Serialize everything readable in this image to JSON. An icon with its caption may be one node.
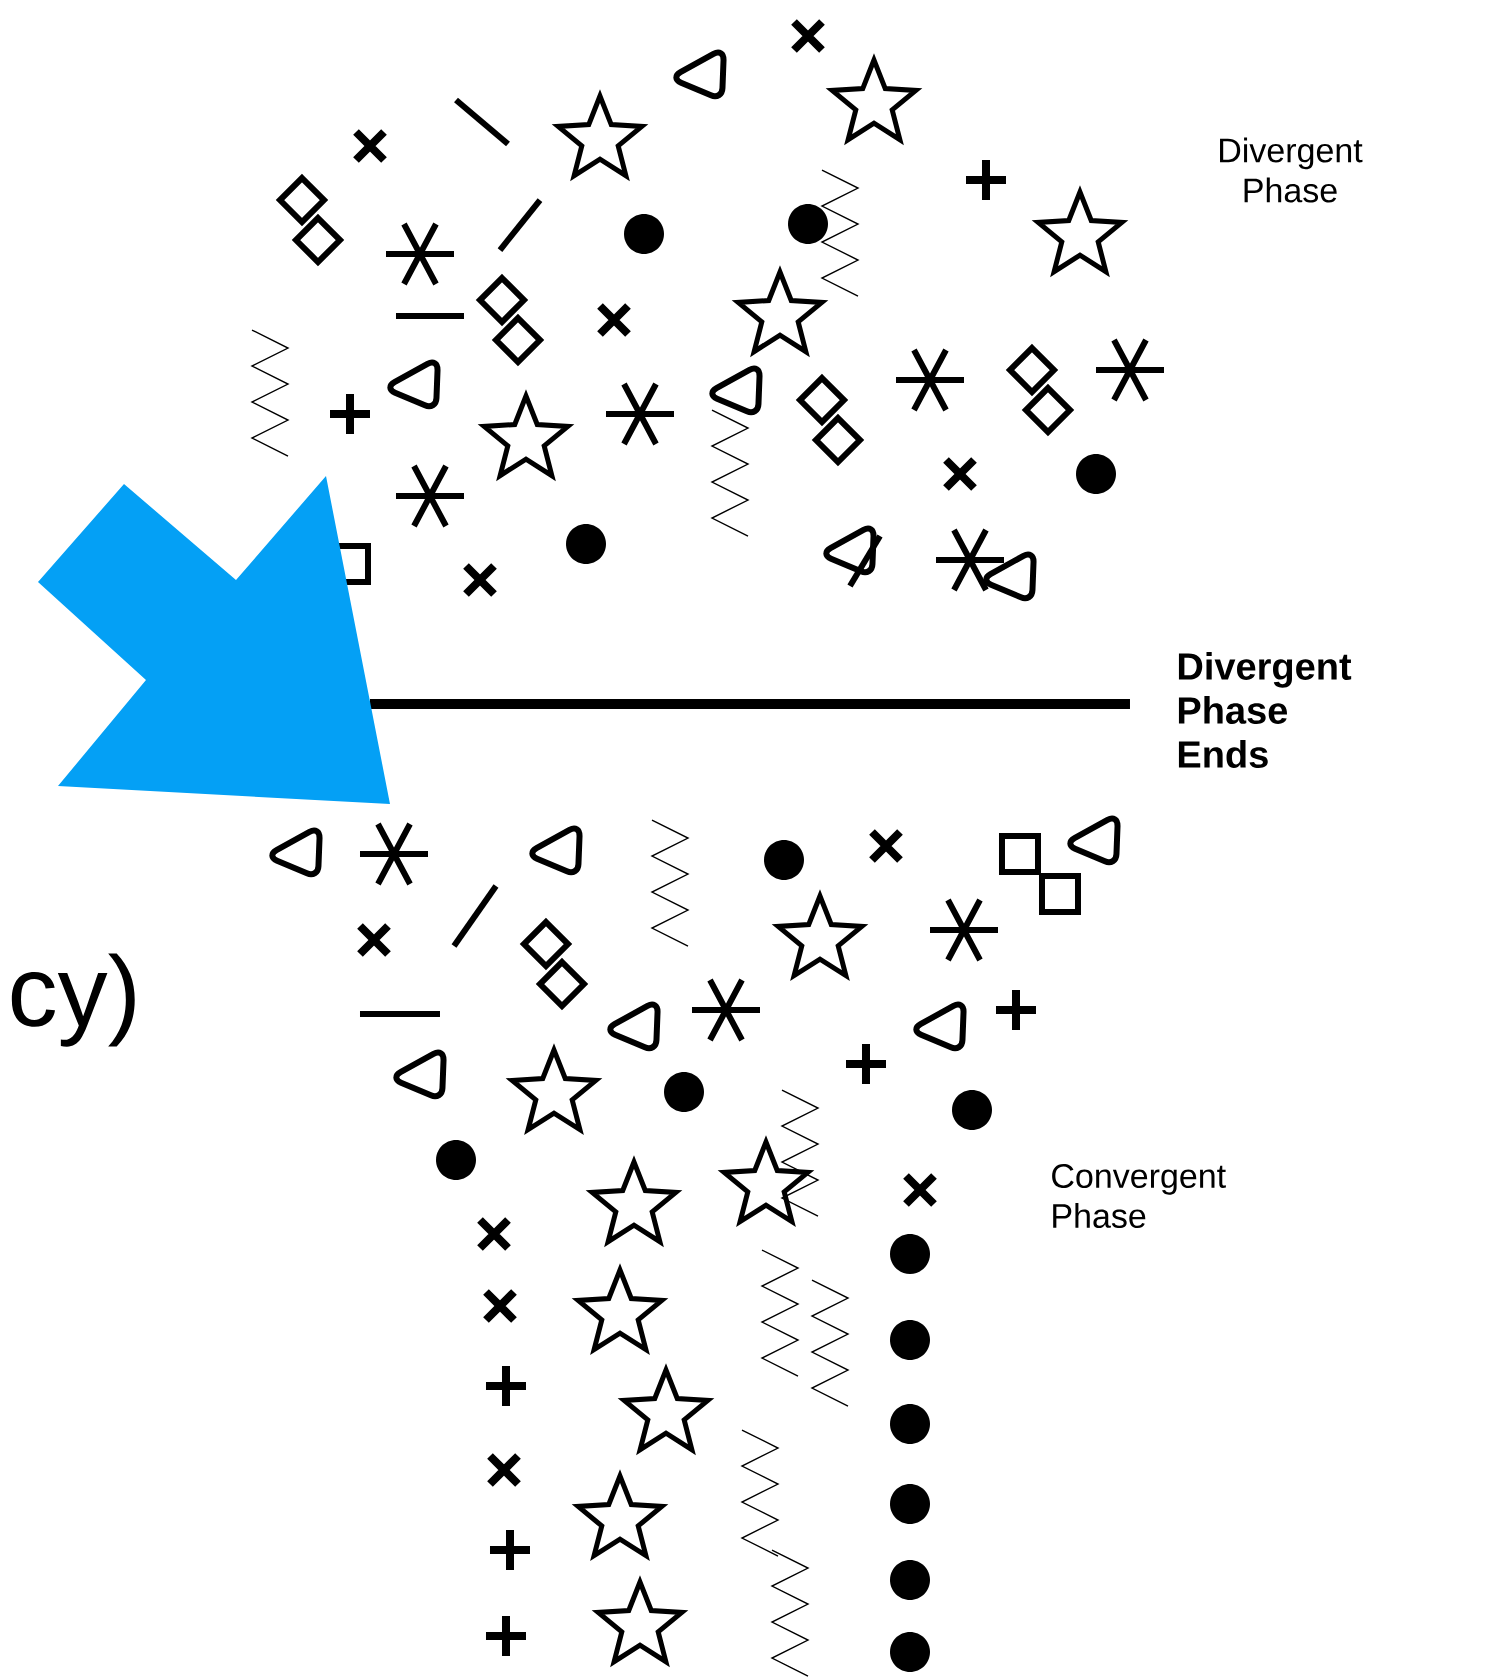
{
  "diagram": {
    "labels": [
      "Divergent Phase",
      "Divergent Phase Ends",
      "cy)",
      "Convergent Phase"
    ]
  }
}
